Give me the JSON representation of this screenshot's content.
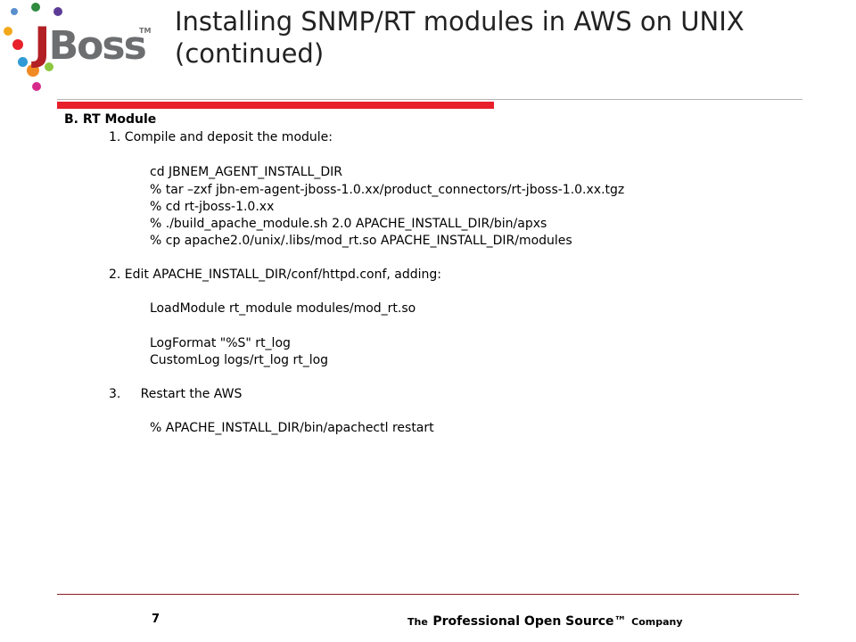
{
  "slide": {
    "title": "Installing SNMP/RT modules in AWS on UNIX (continued)",
    "logo": {
      "word": "Boss",
      "initial": "J",
      "trademark": "TM"
    },
    "section_heading": "B. RT Module",
    "steps": [
      {
        "label": "1. Compile and deposit the module:"
      },
      {
        "label": "2. Edit APACHE_INSTALL_DIR/conf/httpd.conf, adding:"
      },
      {
        "label": "3.     Restart the AWS"
      }
    ],
    "step1_commands": [
      "cd JBNEM_AGENT_INSTALL_DIR",
      "% tar –zxf jbn-em-agent-jboss-1.0.xx/product_connectors/rt-jboss-1.0.xx.tgz",
      "% cd rt-jboss-1.0.xx",
      "% ./build_apache_module.sh 2.0 APACHE_INSTALL_DIR/bin/apxs",
      "% cp apache2.0/unix/.libs/mod_rt.so APACHE_INSTALL_DIR/modules"
    ],
    "step2_lines": [
      "LoadModule rt_module modules/mod_rt.so",
      "LogFormat \"%S\" rt_log",
      "CustomLog logs/rt_log rt_log"
    ],
    "step3_command": "% APACHE_INSTALL_DIR/bin/apachectl restart"
  },
  "footer": {
    "page_number": "7",
    "tagline_prefix": "The",
    "tagline_main": "Professional Open Source™",
    "tagline_suffix": "Company"
  },
  "colors": {
    "accent_red": "#e8202c",
    "logo_red": "#b21f24",
    "logo_gray": "#6d6e70",
    "rule_gray": "#b4b4b4"
  }
}
